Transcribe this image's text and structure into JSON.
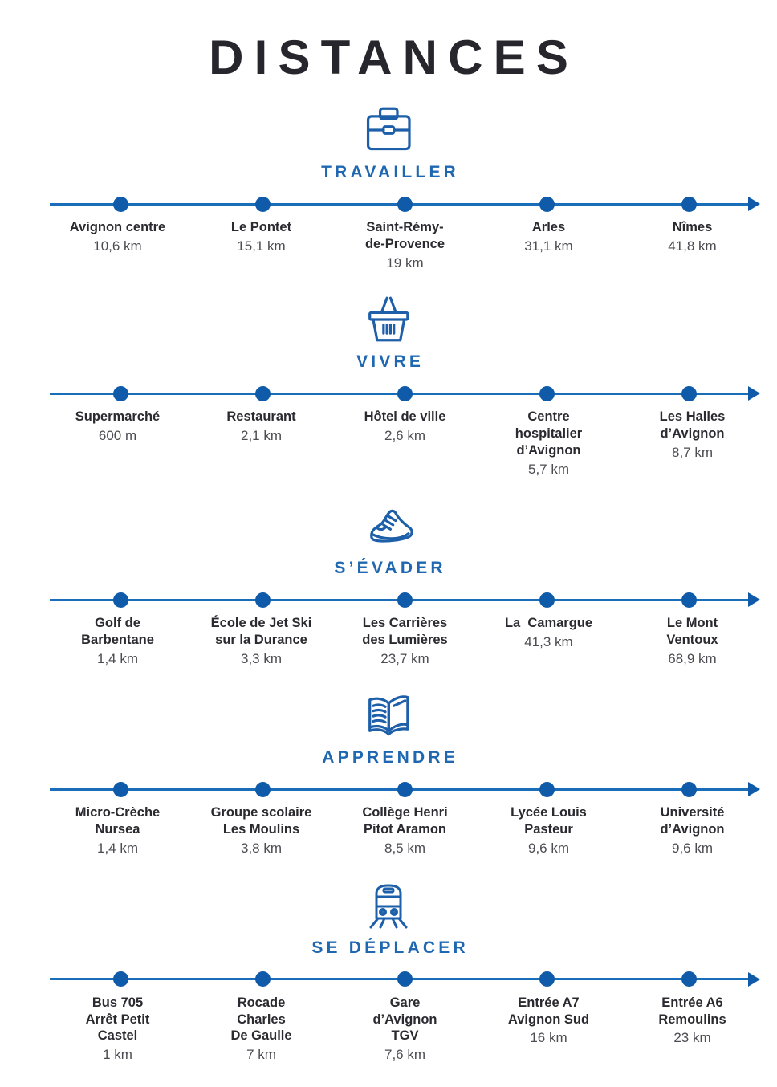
{
  "title": "DISTANCES",
  "colors": {
    "accent_blue": "#0f5aa9",
    "line_blue": "#1a6db9",
    "section_title_blue": "#1f68b1",
    "icon_blue": "#1d5fa8",
    "heading_text": "#26262c",
    "name_text": "#2a2a30",
    "distance_text": "#4c4c52"
  },
  "sections": [
    {
      "id": "travailler",
      "icon": "briefcase-icon",
      "title": "TRAVAILLER",
      "items": [
        {
          "name": "Avignon centre",
          "distance": "10,6 km"
        },
        {
          "name": "Le Pontet",
          "distance": "15,1 km"
        },
        {
          "name": "Saint-Rémy-\nde-Provence",
          "distance": "19 km"
        },
        {
          "name": "Arles",
          "distance": "31,1 km"
        },
        {
          "name": "Nîmes",
          "distance": "41,8 km"
        }
      ]
    },
    {
      "id": "vivre",
      "icon": "basket-icon",
      "title": "VIVRE",
      "items": [
        {
          "name": "Supermarché",
          "distance": "600 m"
        },
        {
          "name": "Restaurant",
          "distance": "2,1 km"
        },
        {
          "name": "Hôtel de ville",
          "distance": "2,6 km"
        },
        {
          "name": "Centre\nhospitalier\nd’Avignon",
          "distance": "5,7 km"
        },
        {
          "name": "Les Halles\nd’Avignon",
          "distance": "8,7 km"
        }
      ]
    },
    {
      "id": "s-evader",
      "icon": "sneaker-icon",
      "title": "S’ÉVADER",
      "items": [
        {
          "name": "Golf de\nBarbentane",
          "distance": "1,4 km"
        },
        {
          "name": "École de Jet Ski\nsur la Durance",
          "distance": "3,3 km"
        },
        {
          "name": "Les Carrières\ndes Lumières",
          "distance": "23,7 km"
        },
        {
          "name": "La  Camargue",
          "distance": "41,3 km"
        },
        {
          "name": "Le Mont\nVentoux",
          "distance": "68,9 km"
        }
      ]
    },
    {
      "id": "apprendre",
      "icon": "open-book-icon",
      "title": "APPRENDRE",
      "items": [
        {
          "name": "Micro-Crèche\nNursea",
          "distance": "1,4 km"
        },
        {
          "name": "Groupe scolaire\nLes Moulins",
          "distance": "3,8 km"
        },
        {
          "name": "Collège Henri\nPitot Aramon",
          "distance": "8,5 km"
        },
        {
          "name": "Lycée Louis\nPasteur",
          "distance": "9,6 km"
        },
        {
          "name": "Université\nd’Avignon",
          "distance": "9,6 km"
        }
      ]
    },
    {
      "id": "se-deplacer",
      "icon": "train-icon",
      "title": "SE DÉPLACER",
      "items": [
        {
          "name": "Bus 705\nArrêt Petit\nCastel",
          "distance": "1 km"
        },
        {
          "name": "Rocade\nCharles\nDe Gaulle",
          "distance": "7 km"
        },
        {
          "name": "Gare\nd’Avignon\nTGV",
          "distance": "7,6 km"
        },
        {
          "name": "Entrée A7\nAvignon Sud",
          "distance": "16 km"
        },
        {
          "name": "Entrée A6\nRemoulins",
          "distance": "23 km"
        }
      ]
    }
  ]
}
